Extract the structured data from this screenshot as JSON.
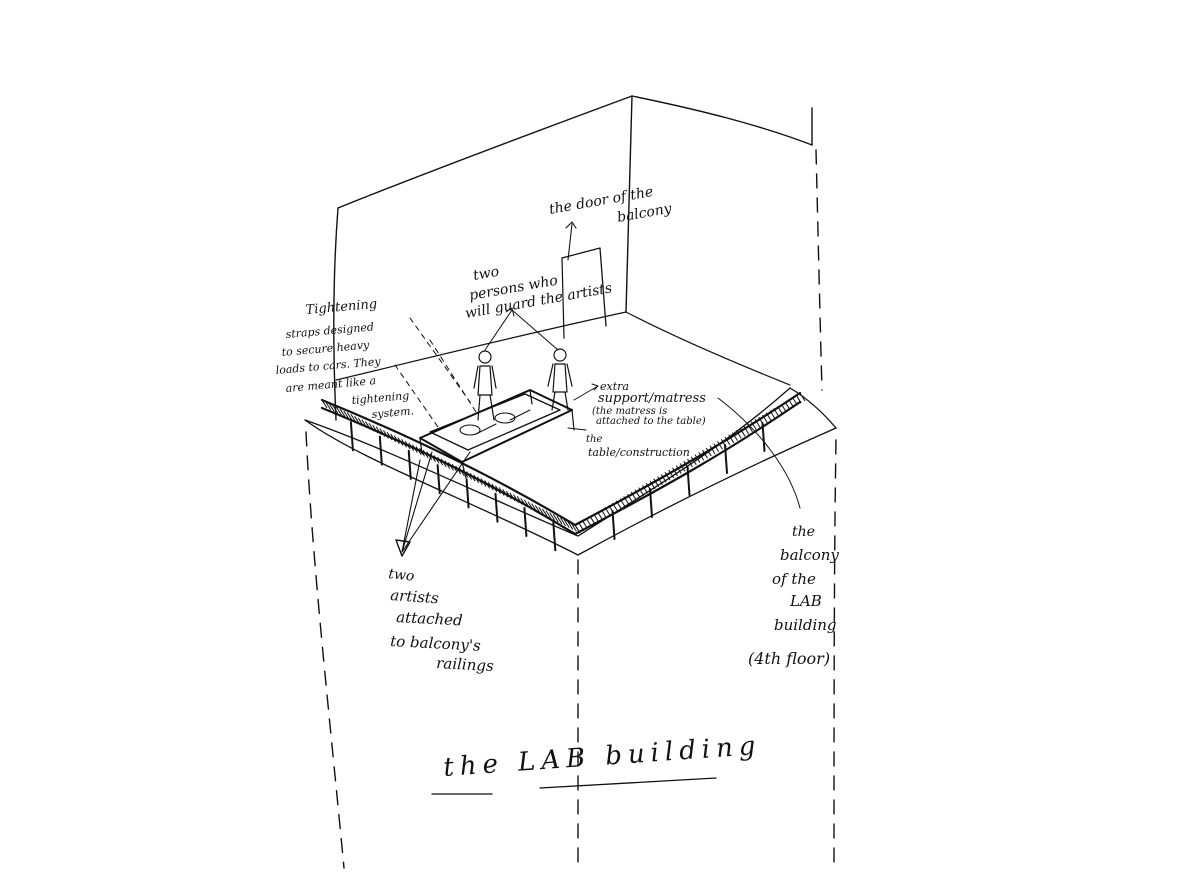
{
  "labels": {
    "door": [
      "the door of the",
      "balcony"
    ],
    "guards": [
      "two",
      "persons who",
      "will guard the artists"
    ],
    "straps": [
      "Tightening",
      "straps designed",
      "to secure heavy",
      "loads to cars. They",
      "are meant like a",
      "tightening",
      "system."
    ],
    "mattress": [
      "extra",
      "support/matress",
      "(the matress is",
      "attached to the table)"
    ],
    "table": [
      "the",
      "table/construction"
    ],
    "artists": [
      "two",
      "artists",
      "attached",
      "to balcony's",
      "railings"
    ],
    "balcony": [
      "the",
      "balcony",
      "of the",
      "LAB",
      "building",
      "(4th floor)"
    ],
    "building_title": "the LAB building"
  },
  "colors": {
    "ink": "#111111",
    "paper": "#ffffff"
  }
}
